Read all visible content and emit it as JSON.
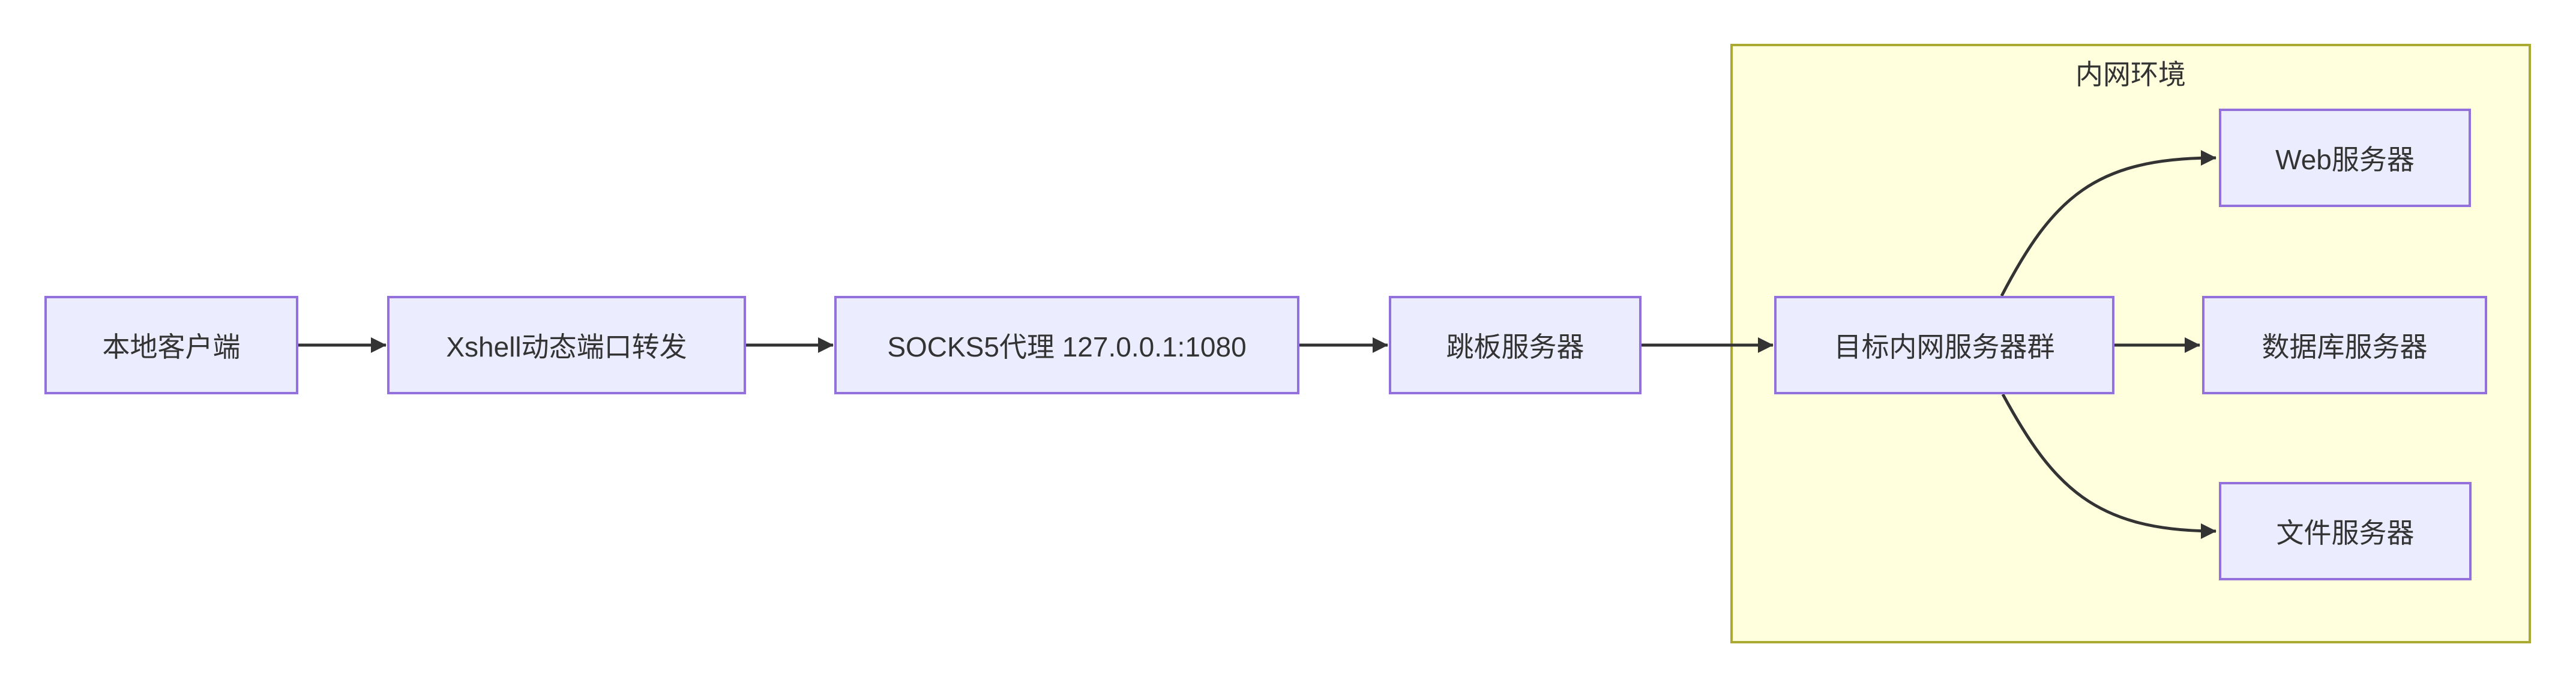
{
  "diagram": {
    "type": "flowchart-LR",
    "background": "#FFFFFF",
    "colors": {
      "node_fill": "#ECECFF",
      "node_border": "#9370DB",
      "node_text": "#333333",
      "cluster_fill": "#FFFFDE",
      "cluster_border": "#AAAA33",
      "cluster_title_color": "#333333",
      "edge_color": "#333333"
    },
    "cluster": {
      "label": "内网环境"
    },
    "nodes": [
      {
        "id": "local",
        "label": "本地客户端"
      },
      {
        "id": "xshell",
        "label": "Xshell动态端口转发"
      },
      {
        "id": "socks5",
        "label": "SOCKS5代理 127.0.0.1:1080"
      },
      {
        "id": "jump",
        "label": "跳板服务器"
      },
      {
        "id": "target",
        "label": "目标内网服务器群"
      },
      {
        "id": "web",
        "label": "Web服务器"
      },
      {
        "id": "db",
        "label": "数据库服务器"
      },
      {
        "id": "file",
        "label": "文件服务器"
      }
    ],
    "edges": [
      {
        "from": "本地客户端",
        "to": "Xshell动态端口转发"
      },
      {
        "from": "Xshell动态端口转发",
        "to": "SOCKS5代理 127.0.0.1:1080"
      },
      {
        "from": "SOCKS5代理 127.0.0.1:1080",
        "to": "跳板服务器"
      },
      {
        "from": "跳板服务器",
        "to": "目标内网服务器群"
      },
      {
        "from": "目标内网服务器群",
        "to": "Web服务器"
      },
      {
        "from": "目标内网服务器群",
        "to": "数据库服务器"
      },
      {
        "from": "目标内网服务器群",
        "to": "文件服务器"
      }
    ]
  }
}
